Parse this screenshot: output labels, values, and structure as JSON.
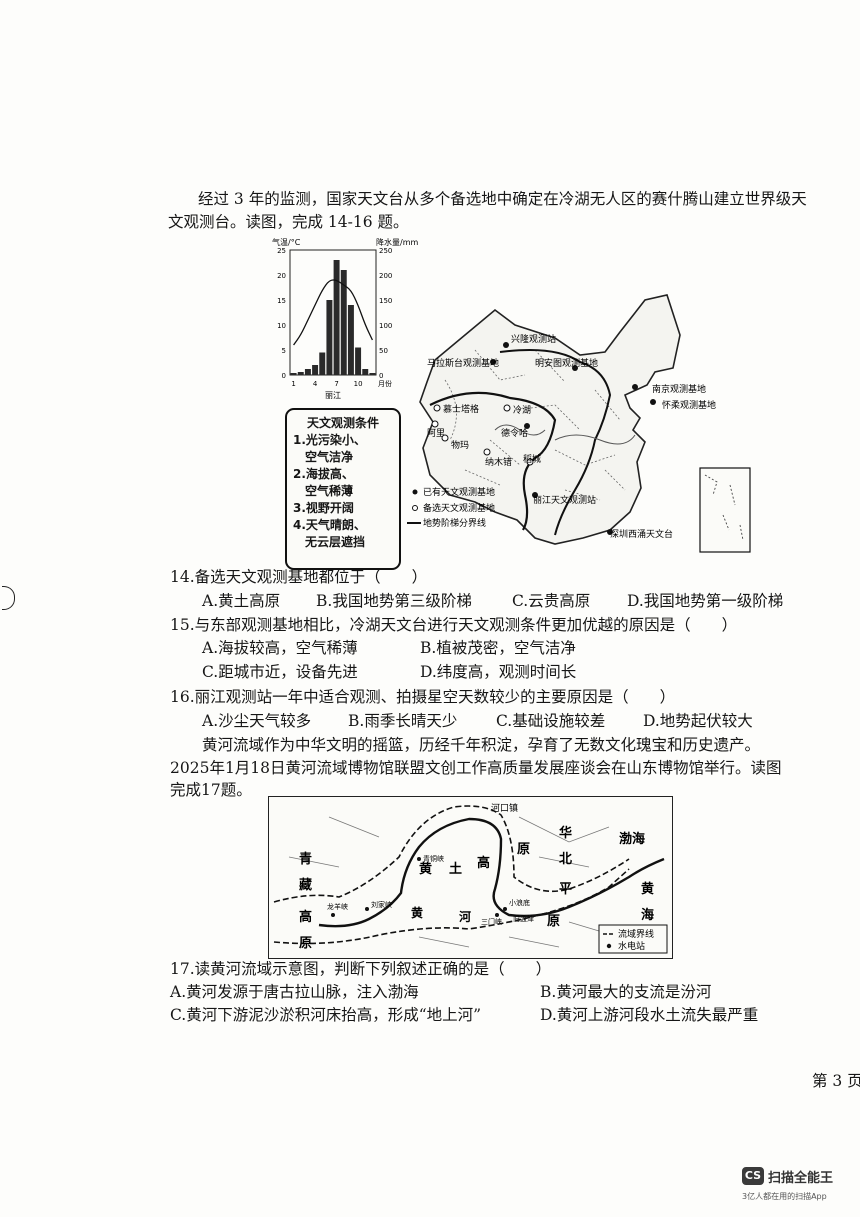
{
  "passage1": {
    "line1": "经过 3 年的监测，国家天文台从多个备选地中确定在冷湖无人区的赛什腾山建立世界级天",
    "line2": "文观测台。读图，完成 14-16 题。"
  },
  "climate_chart": {
    "temp_axis_label": "气温/°C",
    "precip_axis_label": "降水量/mm",
    "temp_ticks": [
      "25",
      "20",
      "15",
      "10",
      "5",
      "0"
    ],
    "precip_ticks": [
      "250",
      "200",
      "150",
      "100",
      "50",
      "0"
    ],
    "month_ticks": [
      "1",
      "4",
      "7",
      "10",
      "月份"
    ],
    "caption": "丽江",
    "months": [
      1,
      2,
      3,
      4,
      5,
      6,
      7,
      8,
      9,
      10,
      11,
      12
    ],
    "precip_mm": [
      4,
      6,
      12,
      20,
      45,
      150,
      230,
      210,
      140,
      55,
      12,
      4
    ],
    "temp_c": [
      6,
      8,
      11,
      14,
      17,
      19,
      19,
      18,
      17,
      14,
      10,
      7
    ]
  },
  "conditions": {
    "title": "天文观测条件",
    "items": [
      "1.光污染小、",
      "空气洁净",
      "2.海拔高、",
      "空气稀薄",
      "3.视野开阔",
      "4.天气晴朗、",
      "无云层遮挡"
    ]
  },
  "china_map": {
    "labels": [
      "兴隆观测站",
      "马拉斯台观测基地",
      "明安图观测基地",
      "南京观测基地",
      "怀柔观测基地",
      "慕士塔格",
      "阿里",
      "冷湖",
      "德令哈",
      "物玛",
      "纳木错",
      "稻城",
      "丽江天文观测站",
      "深圳西涌天文台"
    ],
    "legend": [
      "已有天文观测基地",
      "备选天文观测基地",
      "地势阶梯分界线"
    ]
  },
  "questions": [
    {
      "stem": "14.备选天文观测基地都位于（　　）",
      "options": [
        "A.黄土高原",
        "B.我国地势第三级阶梯",
        "C.云贵高原",
        "D.我国地势第一级阶梯"
      ]
    },
    {
      "stem": "15.与东部观测基地相比，冷湖天文台进行天文观测条件更加优越的原因是（　　）",
      "options": [
        "A.海拔较高，空气稀薄",
        "B.植被茂密，空气洁净",
        "C.距城市近，设备先进",
        "D.纬度高，观测时间长"
      ]
    },
    {
      "stem": "16.丽江观测站一年中适合观测、拍摄星空天数较少的主要原因是（　　）",
      "options": [
        "A.沙尘天气较多",
        "B.雨季长晴天少",
        "C.基础设施较差",
        "D.地势起伏较大"
      ]
    }
  ],
  "passage2": {
    "line1": "黄河流域作为中华文明的摇篮，历经千年积淀，孕育了无数文化瑰宝和历史遗产。",
    "line2": "2025年1月18日黄河流域博物馆联盟文创工作高质量发展座谈会在山东博物馆举行。读图",
    "line3": "完成17题。"
  },
  "yellow_river_map": {
    "labels": [
      "河口镇",
      "青",
      "藏",
      "高",
      "原",
      "黄",
      "土",
      "高",
      "原",
      "华",
      "北",
      "平",
      "原",
      "渤海",
      "黄",
      "海",
      "黄",
      "河",
      "青铜峡",
      "刘家峡",
      "龙羊峡",
      "小浪底",
      "三门峡",
      "旧孟津"
    ],
    "legend": [
      "流域界线",
      "水电站"
    ]
  },
  "q17": {
    "stem": "17.读黄河流域示意图，判断下列叙述正确的是（　　）",
    "options": [
      "A.黄河发源于唐古拉山脉，注入渤海",
      "B.黄河最大的支流是汾河",
      "C.黄河下游泥沙淤积河床抬高，形成“地上河”",
      "D.黄河上游河段水土流失最严重"
    ]
  },
  "page_number": "第 3 页",
  "footer": {
    "logo": "CS",
    "app_name": "扫描全能王",
    "tagline": "3亿人都在用的扫描App"
  }
}
